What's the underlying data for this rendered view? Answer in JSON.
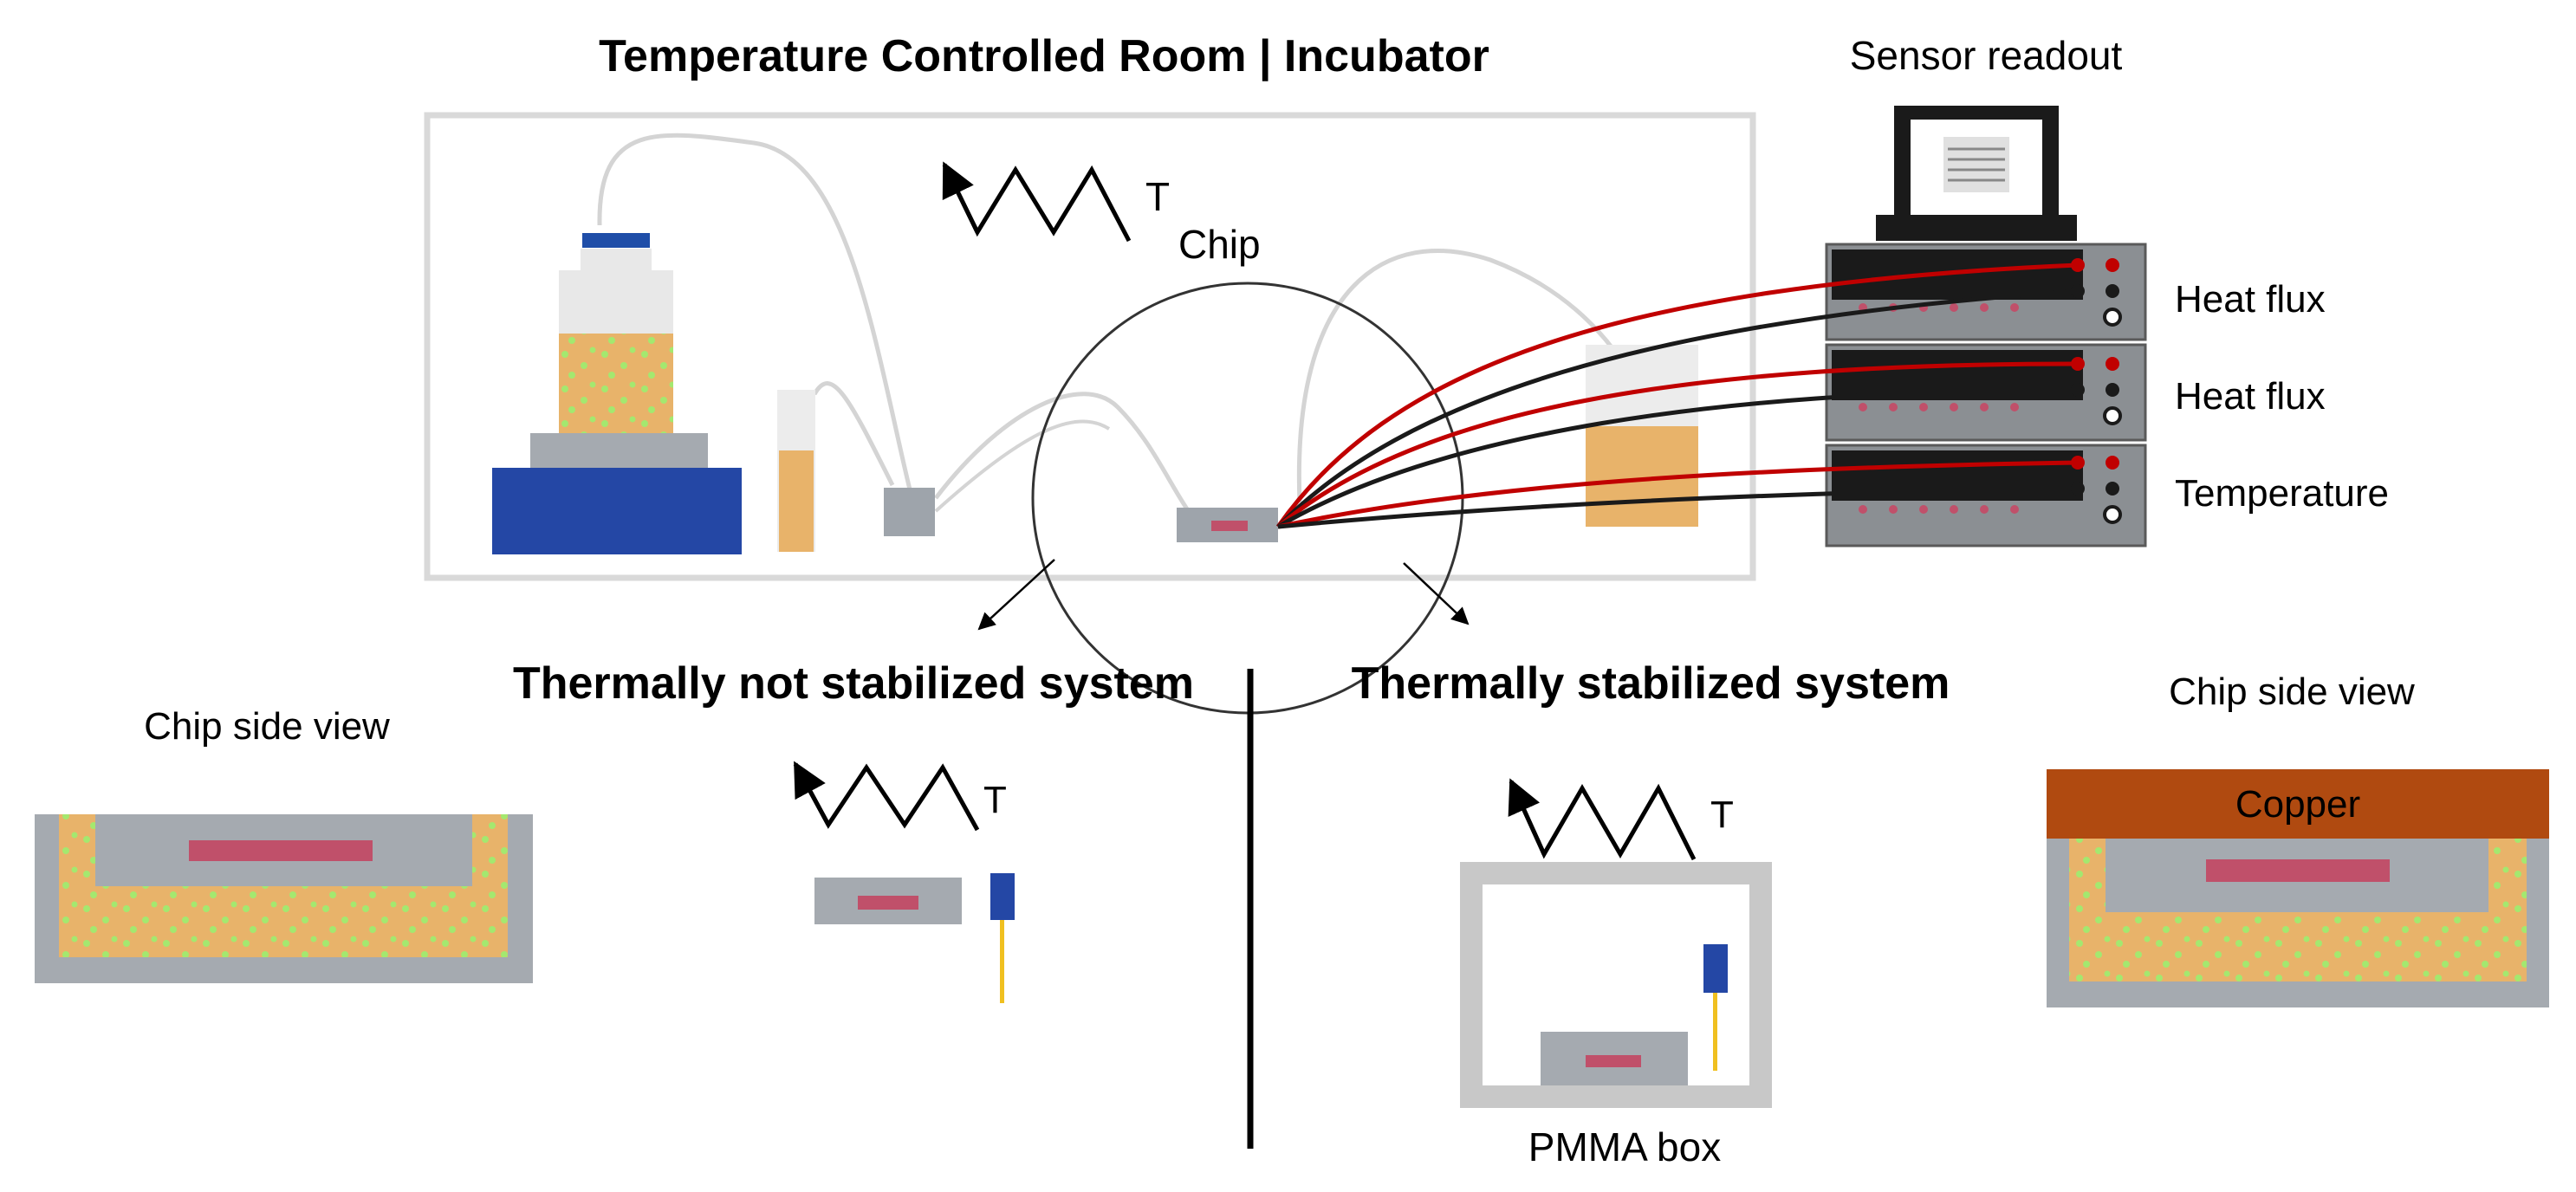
{
  "title": "Temperature Controlled Room | Incubator",
  "sensor_readout": "Sensor readout",
  "chip_label_T": "T",
  "chip_label_sub": "Chip",
  "channels": [
    "Heat flux",
    "Heat flux",
    "Temperature"
  ],
  "left": {
    "heading": "Thermally not stabilized system",
    "side_view": "Chip side view",
    "t_label": "T"
  },
  "right": {
    "heading": "Thermally stabilized system",
    "side_view": "Chip side view",
    "t_label": "T",
    "copper": "Copper",
    "box": "PMMA box"
  },
  "colors": {
    "frame": "#d9d9d9",
    "dark_blue": "#1f4ea8",
    "medium_blue": "#2447a5",
    "gray_block": "#9ea4ab",
    "liquid": "#e8b36a",
    "chip_red": "#c0506a",
    "copper": "#b04a10",
    "wire_red": "#c00000",
    "wire_black": "#1a1a1a",
    "unit_face": "#8b8f93",
    "probe_yellow": "#f0c020"
  }
}
